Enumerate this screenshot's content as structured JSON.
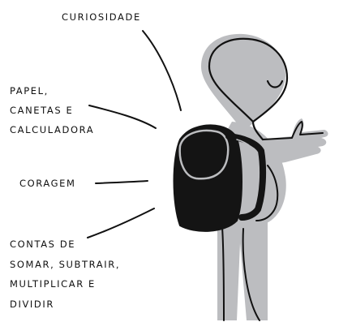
{
  "labels": {
    "curiosity": "CURIOSIDADE",
    "supplies_line1": "PAPEL,",
    "supplies_line2": "CANETAS E",
    "supplies_line3": "CALCULADORA",
    "courage": "CORAGEM",
    "math_line1": "CONTAS DE",
    "math_line2": "SOMAR, SUBTRAIR,",
    "math_line3": "MULTIPLICAR E",
    "math_line4": "DIVIDIR"
  },
  "colors": {
    "figure_fill": "#bcbdc0",
    "backpack_fill": "#141414",
    "outline": "#111111",
    "background": "#ffffff"
  },
  "icons": {
    "figure": "stick-figure-with-backpack-waving"
  }
}
